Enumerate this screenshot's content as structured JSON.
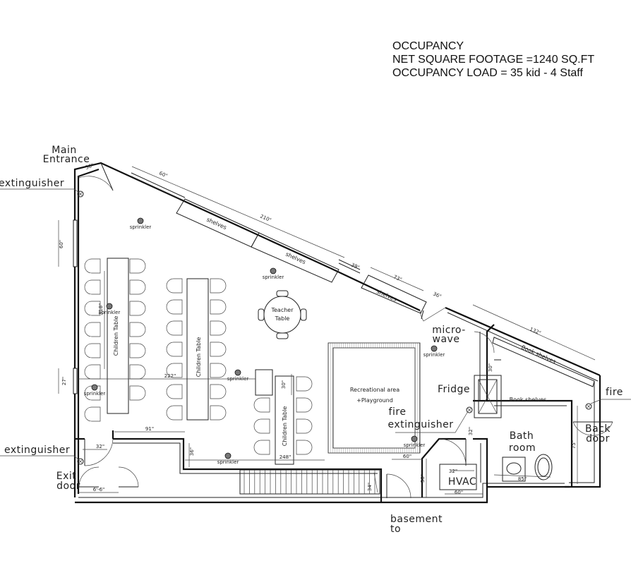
{
  "occupancy": {
    "heading": "OCCUPANCY",
    "net_square_footage": "NET SQUARE FOOTAGE =1240 SQ.FT",
    "occupancy_load": "OCCUPANCY LOAD = 35 kid - 4 Staff"
  },
  "labels": {
    "main_entrance_1": "Main",
    "main_entrance_2": "Entrance",
    "extinguisher_top": "extinguisher",
    "extinguisher_bottom": "extinguisher",
    "exit_door_1": "Exit",
    "exit_door_2": "door",
    "children_table": "Children Table",
    "teacher_table_1": "Teacher",
    "teacher_table_2": "Table",
    "shelves": "shelves",
    "recreational_1": "Recreational area",
    "recreational_2": "+Playground",
    "micro_1": "micro-",
    "micro_2": "wave",
    "fridge": "Fridge",
    "fire_ext_1": "fire",
    "fire_ext_2": "extinguisher",
    "book_shelves": "Book shelves",
    "bath_1": "Bath",
    "bath_2": "room",
    "hvac": "HVAC",
    "back_door_1": "Back",
    "back_door_2": "door",
    "fire_right": "fire",
    "basement_1": "basement",
    "basement_2": "to",
    "sprinkler": "sprinkler"
  },
  "dimensions": {
    "d36_entrance": "36\"",
    "d60_top": "60\"",
    "d210": "210\"",
    "d39": "39\"",
    "d73": "73\"",
    "d36_mid": "36\"",
    "d132": "132\"",
    "d60_left": "60\"",
    "d27": "27\"",
    "d318": "318\"",
    "d222": "222\"",
    "d30": "30\"",
    "d91": "91\"",
    "d32_exit": "32\"",
    "d36_low": "36\"",
    "d248": "248\"",
    "d6_6": "6'-6\"",
    "d60_stair": "60\"",
    "d50": "50\"",
    "d34": "34\"",
    "d32_bath": "32\"",
    "d32_hvac": "32\"",
    "d60_hvac": "60\"",
    "d30_micro": "30\"",
    "d85": "85\"",
    "d75": "75\""
  }
}
